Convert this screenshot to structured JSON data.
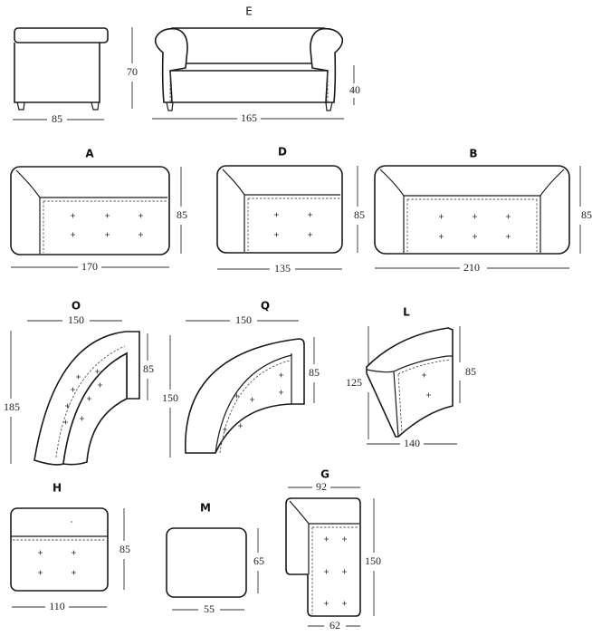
{
  "modules": {
    "E": {
      "label": "E",
      "depth": "85",
      "height": "70",
      "seat_height": "40",
      "width": "165"
    },
    "A": {
      "label": "A",
      "width": "170",
      "depth": "85"
    },
    "D": {
      "label": "D",
      "width": "135",
      "depth": "85"
    },
    "B": {
      "label": "B",
      "width": "210",
      "depth": "85"
    },
    "O": {
      "label": "O",
      "width": "150",
      "depth": "85",
      "length": "185"
    },
    "Q": {
      "label": "Q",
      "width": "150",
      "depth": "85",
      "length": "150"
    },
    "L": {
      "label": "L",
      "width": "140",
      "depth": "85",
      "length": "125"
    },
    "H": {
      "label": "H",
      "width": "110",
      "depth": "85"
    },
    "M": {
      "label": "M",
      "width": "55",
      "depth": "65"
    },
    "G": {
      "label": "G",
      "width": "92",
      "seat_width": "62",
      "length": "150"
    }
  }
}
